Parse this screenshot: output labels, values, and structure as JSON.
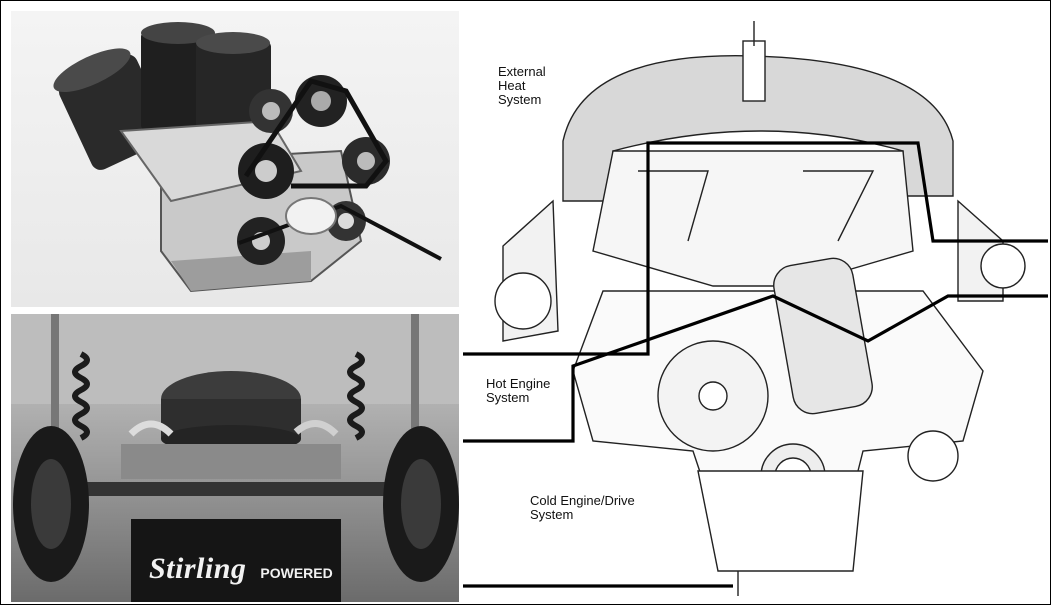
{
  "diagram": {
    "labels": {
      "external_heat": "External\nHeat\nSystem",
      "hot_engine": "Hot Engine\nSystem",
      "cold_engine": "Cold Engine/Drive\nSystem"
    }
  },
  "photos": {
    "bottom": {
      "badge_brand": "Stirling",
      "badge_word": "POWERED"
    }
  }
}
